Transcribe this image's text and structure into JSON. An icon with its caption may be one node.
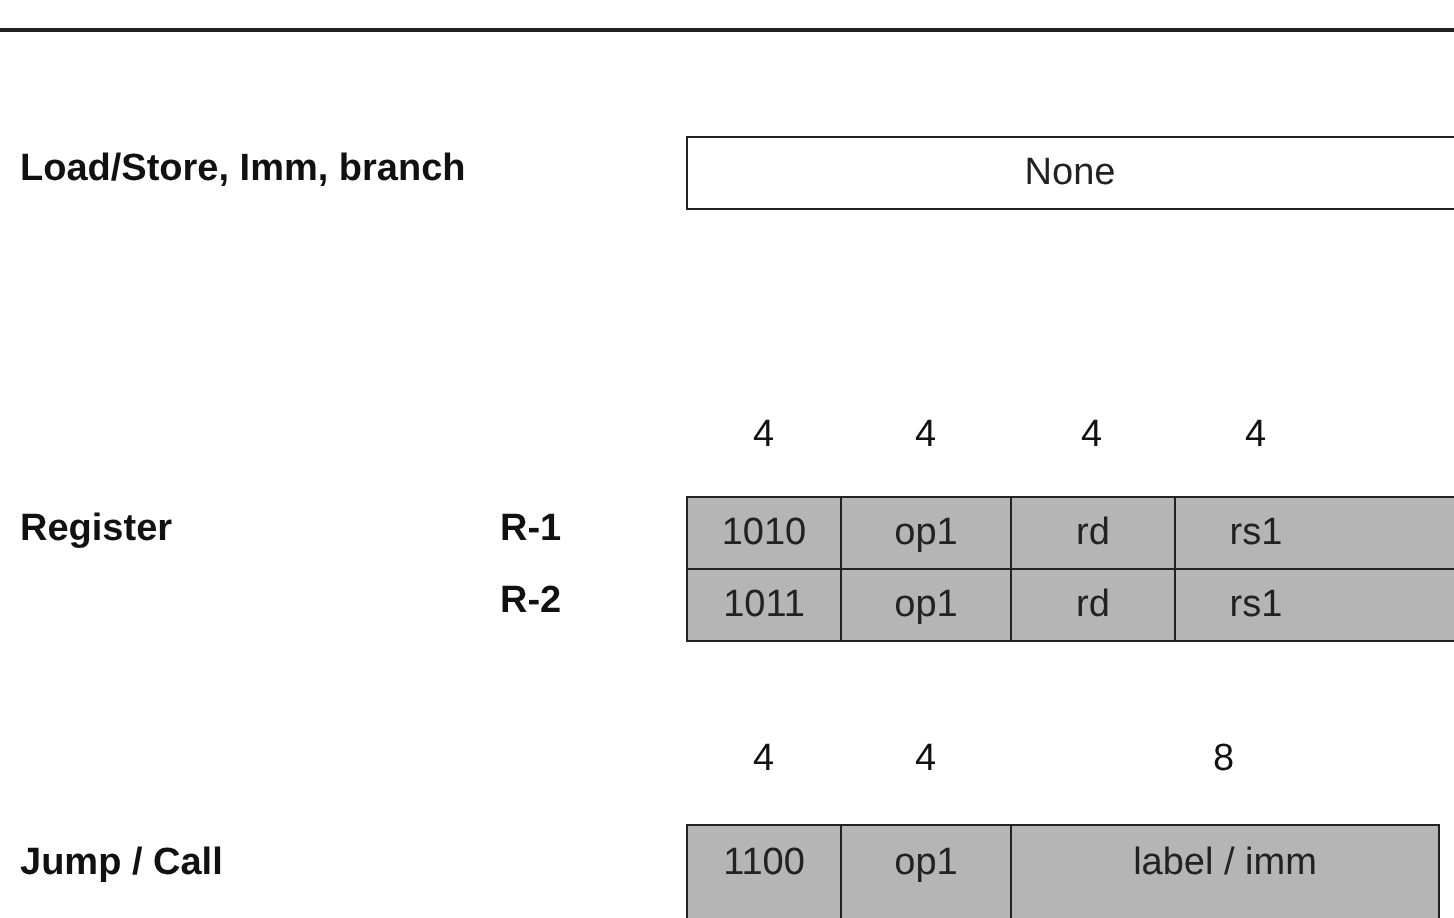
{
  "diagram": {
    "nodes": [
      {
        "text": [
          "None"
        ]
      },
      {
        "text": [
          "1010"
        ]
      },
      {
        "text": [
          "op1"
        ]
      },
      {
        "text": [
          "rd"
        ]
      },
      {
        "text": [
          "rs1"
        ]
      },
      {
        "text": [
          "1011"
        ]
      },
      {
        "text": [
          "op1"
        ]
      },
      {
        "text": [
          "rd"
        ]
      },
      {
        "text": [
          "rs1"
        ]
      },
      {
        "text": [
          "1100"
        ]
      },
      {
        "text": [
          "op1"
        ]
      },
      {
        "text": [
          "label / imm"
        ]
      }
    ],
    "labels": [
      "Load/Store, Imm, branch",
      "4",
      "4",
      "4",
      "4",
      "Register",
      "R-1",
      "R-2",
      "4",
      "4",
      "8",
      "Jump / Call"
    ]
  }
}
